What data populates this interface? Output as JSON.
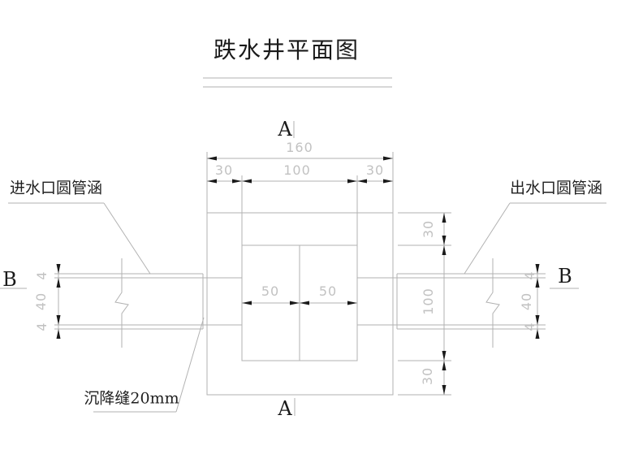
{
  "title": {
    "text": "跌水井平面图"
  },
  "callouts": {
    "inlet": "进水口圆管涵",
    "outlet": "出水口圆管涵",
    "settlement_joint": "沉降缝20mm"
  },
  "section_markers": {
    "a_top": "A",
    "a_bottom": "A",
    "b_left": "B",
    "b_right": "B"
  },
  "dims": {
    "total_width": "160",
    "top_left_wall": "30",
    "top_inner": "100",
    "top_right_wall": "30",
    "inner_left": "50",
    "inner_right": "50",
    "right_top_wall": "30",
    "right_inner": "100",
    "right_bottom_wall": "30",
    "left_pipe_wall_top": "4",
    "left_pipe_bore": "40",
    "left_pipe_wall_bottom": "4",
    "right_pipe_wall_top": "4",
    "right_pipe_bore": "40",
    "right_pipe_wall_bottom": "4"
  },
  "colors": {
    "background": "#ffffff",
    "line": "#b2b2b2",
    "dim_text": "#c2c2c2",
    "ink": "#1a1a1a"
  }
}
